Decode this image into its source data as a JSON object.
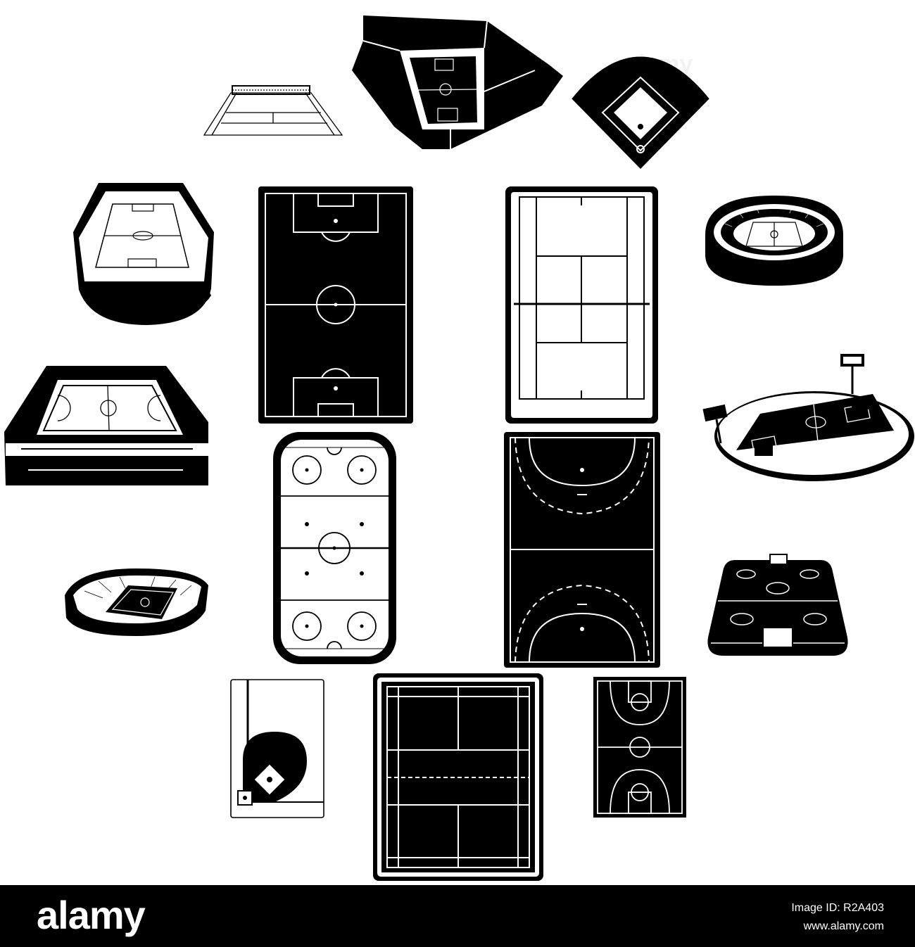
{
  "watermark": {
    "text": "alamy",
    "color": "#eaeaea"
  },
  "footer": {
    "logo": "alamy",
    "image_id_label": "Image ID:",
    "image_id": "R2A403",
    "url": "www.alamy.com",
    "background": "#000000",
    "text_color": "#ffffff"
  },
  "colors": {
    "ink": "#000000",
    "paper": "#ffffff"
  },
  "icons": [
    "tennis-court-perspective-icon",
    "stadium-stands-box-icon",
    "baseball-diamond-icon",
    "football-stadium-oval-icon",
    "soccer-field-topdown-icon",
    "tennis-court-topdown-icon",
    "round-stadium-icon",
    "indoor-arena-icon",
    "outdoor-stadium-floodlights-icon",
    "hockey-rink-topdown-icon",
    "handball-court-topdown-icon",
    "bowl-stadium-icon",
    "hockey-rink-perspective-icon",
    "baseball-corner-icon",
    "badminton-court-icon",
    "basketball-court-icon"
  ]
}
